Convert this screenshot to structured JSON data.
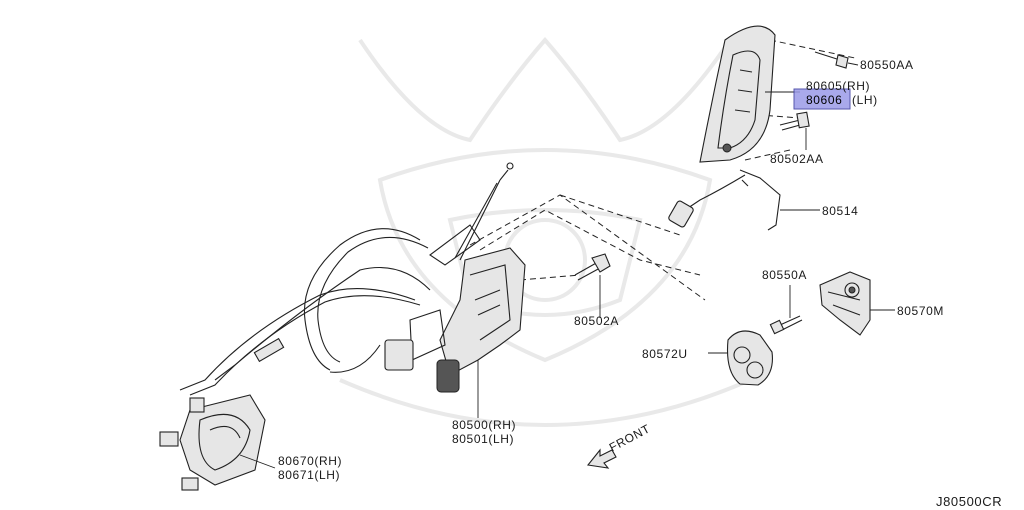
{
  "diagram": {
    "code": "J80500CR",
    "front_label": "FRONT",
    "highlight_color": "#9b9be8",
    "labels": {
      "p80550AA": "80550AA",
      "p80605": "80605(RH)",
      "p80606": "80606",
      "p80606_lh": "(LH)",
      "p80502AA": "80502AA",
      "p80514": "80514",
      "p80550A": "80550A",
      "p80570M": "80570M",
      "p80502A": "80502A",
      "p80572U": "80572U",
      "p80500": "80500(RH)",
      "p80501": "80501(LH)",
      "p80670": "80670(RH)",
      "p80671": "80671(LH)"
    }
  }
}
